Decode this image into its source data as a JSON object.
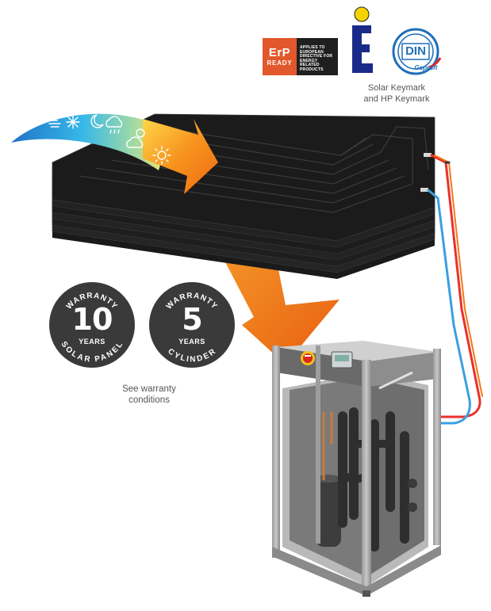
{
  "erp_badge": {
    "main": "ErP",
    "sub": "READY",
    "description": "APPLIES TO EUROPEAN DIRECTIVE FOR ENERGY RELATED PRODUCTS"
  },
  "din_logo": {
    "text": "DIN",
    "sub": "Geprüft"
  },
  "keymark_caption": {
    "line1": "Solar Keymark",
    "line2": "and HP Keymark"
  },
  "warranties": [
    {
      "top": "WARRANTY",
      "number": "10",
      "unit": "YEARS",
      "bottom": "SOLAR PANEL"
    },
    {
      "top": "WARRANTY",
      "number": "5",
      "unit": "YEARS",
      "bottom": "CYLINDER"
    }
  ],
  "warranty_note": {
    "line1": "See warranty",
    "line2": "conditions"
  },
  "weather_icons": [
    "wind-icon",
    "snowflake-icon",
    "moon-icon",
    "rain-cloud-icon",
    "sun-cloud-icon",
    "sun-icon"
  ],
  "colors": {
    "erp_orange": "#e2572b",
    "badge_dark": "#3a3a3a",
    "panel_black": "#1a1a1a",
    "arrow_orange": "#f07a1a",
    "pipe_red": "#e8322b",
    "pipe_blue": "#3aa0e0",
    "din_blue": "#1f6fb8"
  }
}
